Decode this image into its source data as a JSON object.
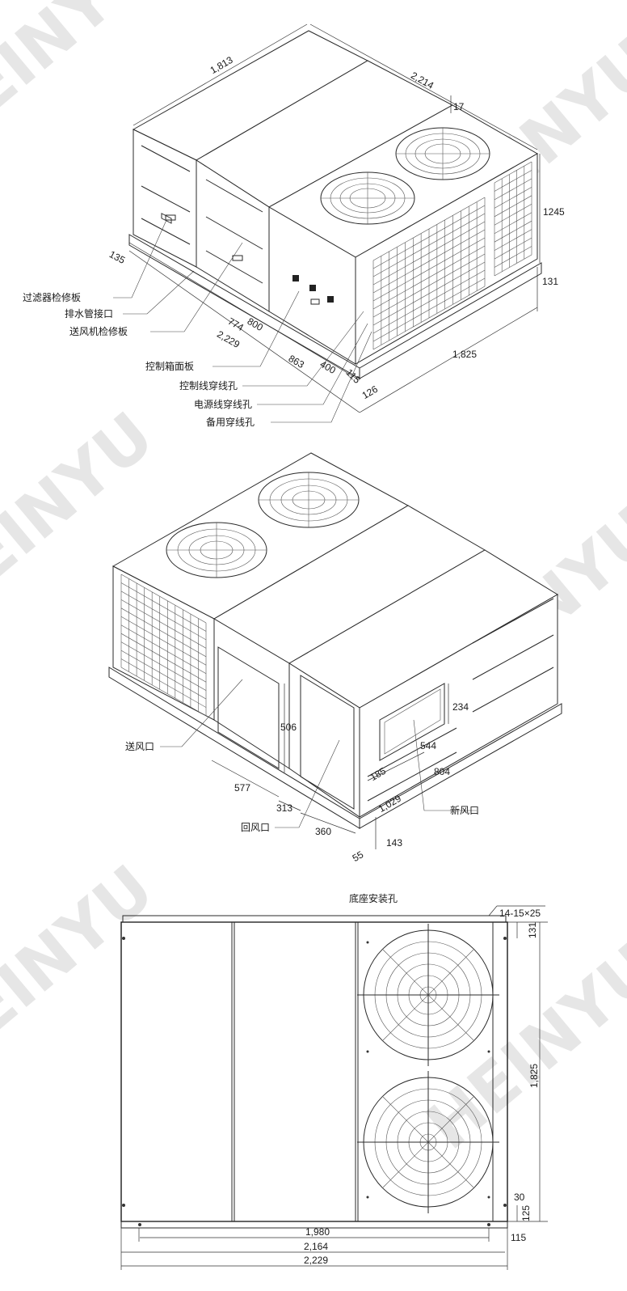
{
  "watermark": "HEINYU",
  "view1": {
    "labels": {
      "filter_panel": "过滤器检修板",
      "drain_port": "排水管接口",
      "fan_panel": "送风机检修板",
      "control_panel": "控制箱面板",
      "control_hole": "控制线穿线孔",
      "power_hole": "电源线穿线孔",
      "spare_hole": "备用穿线孔"
    },
    "dims": {
      "d1813": "1,813",
      "d2214": "2,214",
      "d17": "17",
      "d1245": "1245",
      "d131": "131",
      "d135": "135",
      "d774": "774",
      "d800": "800",
      "d2229": "2,229",
      "d863": "863",
      "d400": "400",
      "d115": "115",
      "d126": "126",
      "d1825": "1,825"
    }
  },
  "view2": {
    "labels": {
      "supply_air": "送风口",
      "return_air": "回风口",
      "fresh_air": "新风口"
    },
    "dims": {
      "d234": "234",
      "d506": "506",
      "d544": "544",
      "d185": "185",
      "d804": "804",
      "d1029": "1,029",
      "d577": "577",
      "d313": "313",
      "d360": "360",
      "d143": "143",
      "d55": "55"
    }
  },
  "view3": {
    "labels": {
      "base_holes": "底座安装孔",
      "hole_spec": "14-15×25"
    },
    "dims": {
      "d131": "131",
      "d1825": "1,825",
      "d30": "30",
      "d125": "125",
      "d1980": "1,980",
      "d115": "115",
      "d2164": "2,164",
      "d2229": "2,229"
    }
  }
}
